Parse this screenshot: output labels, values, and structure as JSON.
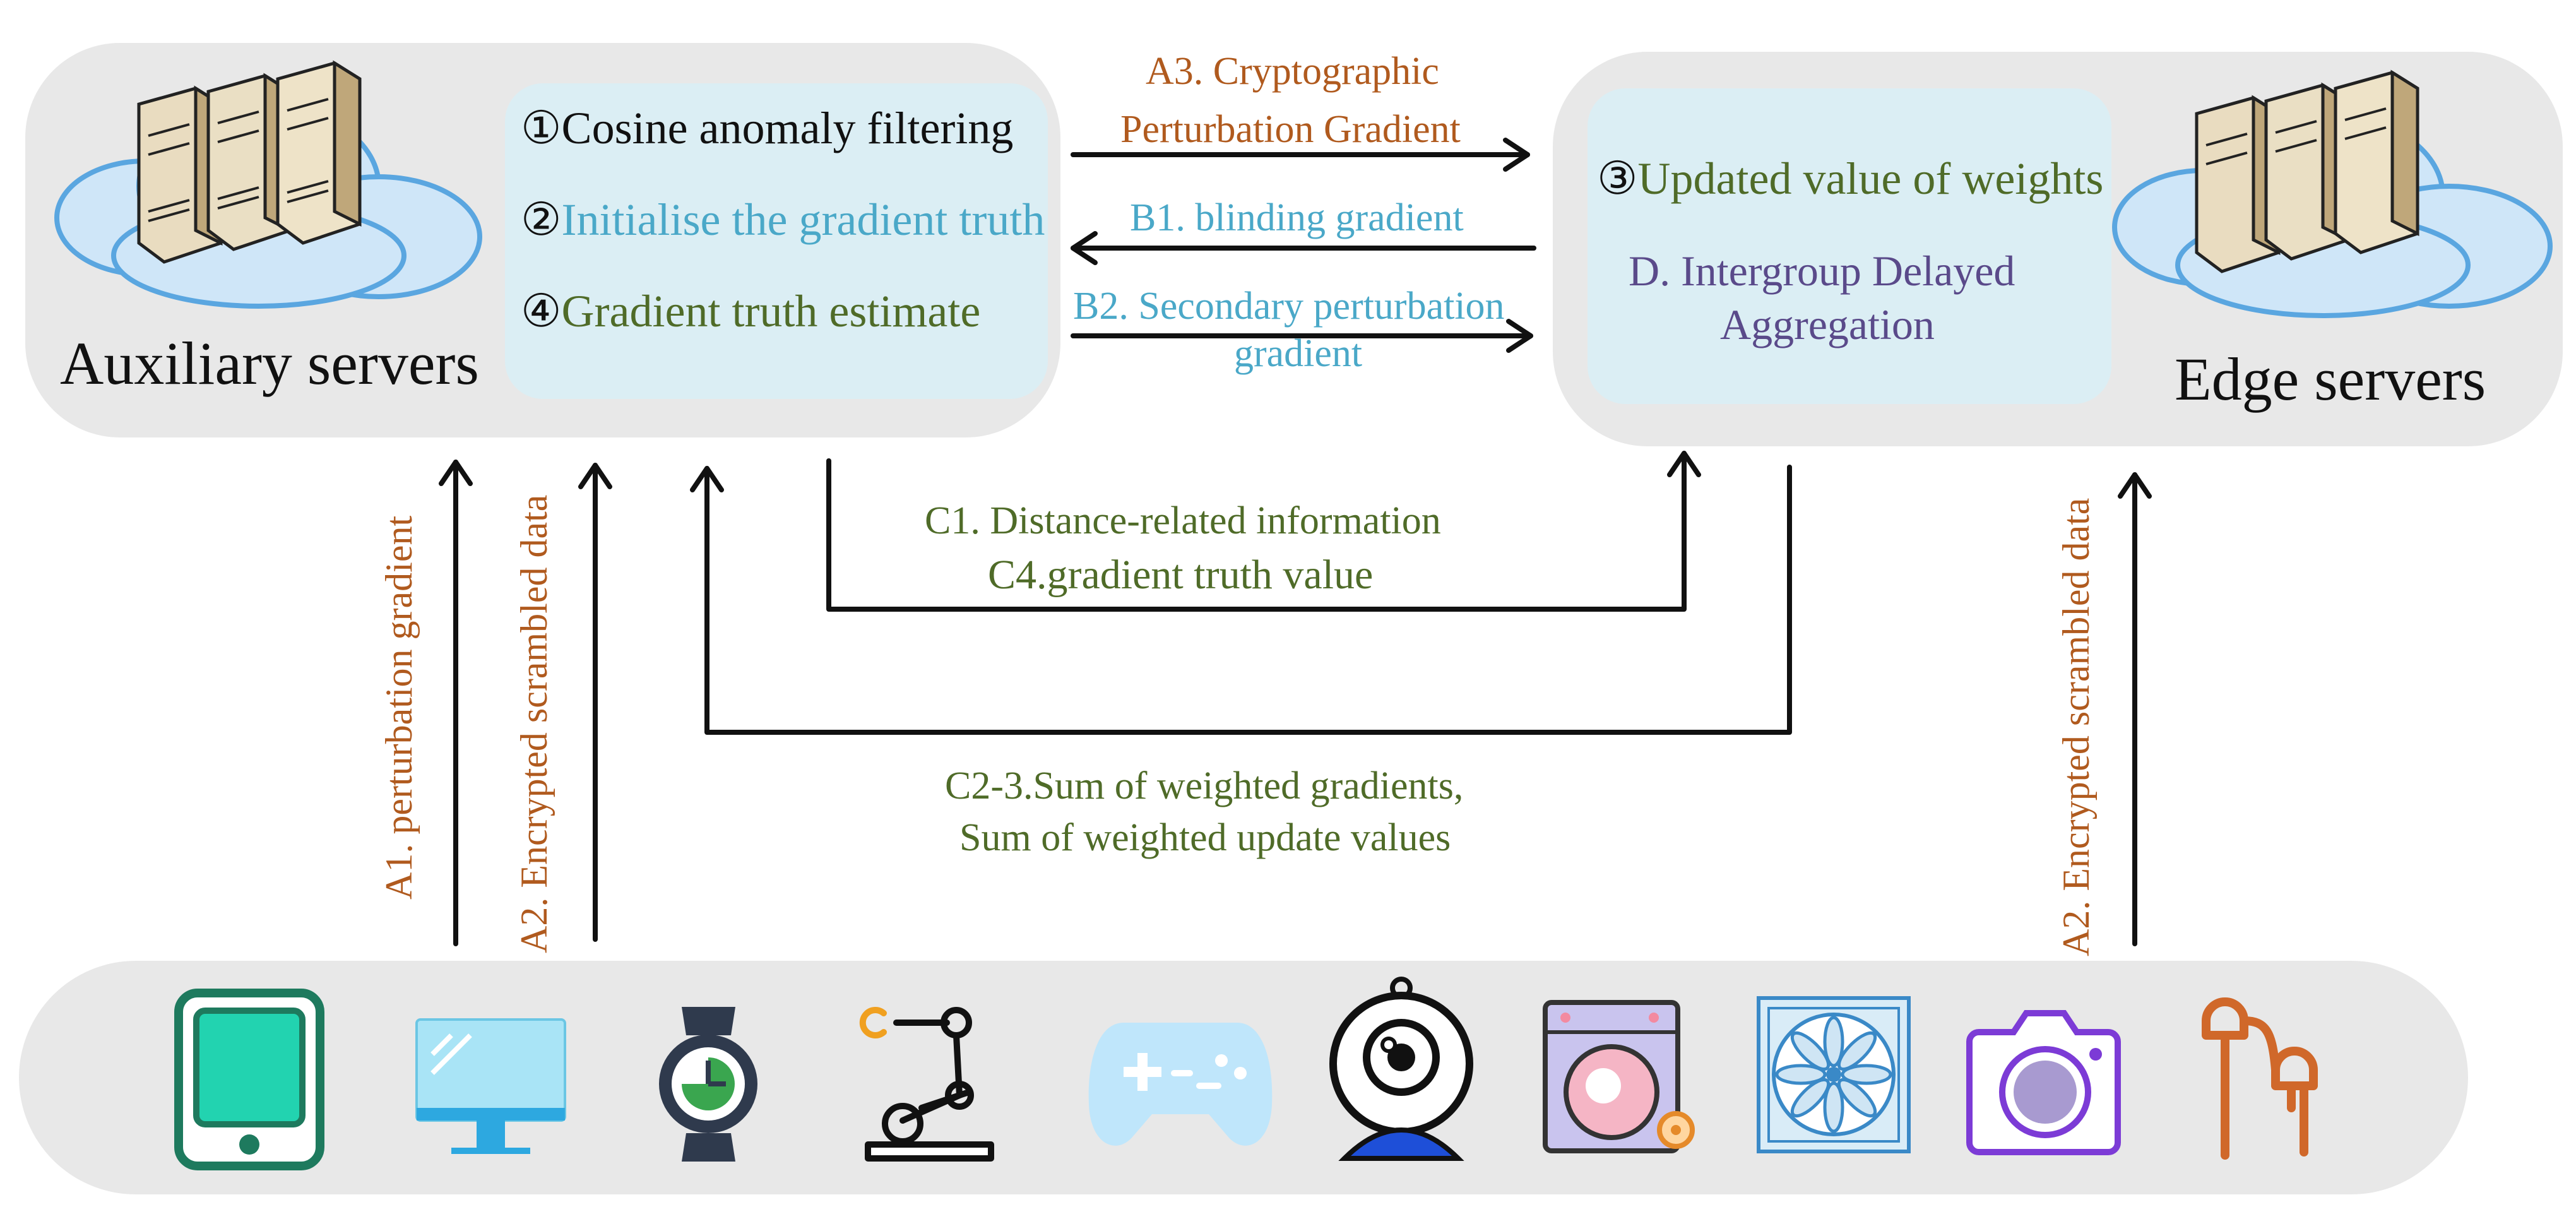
{
  "colors": {
    "brown": "#b05a1e",
    "blue": "#4aa8c8",
    "green": "#4f6b28",
    "purple": "#5a4a8a",
    "black": "#111111",
    "panel": "#e8e8e8",
    "inner": "#dbeef4"
  },
  "auxiliary": {
    "label": "Auxiliary servers",
    "icon": "server-cloud-icon",
    "steps": [
      {
        "marker": "①",
        "text": "Cosine anomaly filtering"
      },
      {
        "marker": "②",
        "text": "Initialise the gradient truth"
      },
      {
        "marker": "④",
        "text": "Gradient truth estimate"
      }
    ]
  },
  "edge": {
    "label": "Edge servers",
    "icon": "server-cloud-icon",
    "steps": [
      {
        "marker": "③",
        "text": "Updated value of weights"
      }
    ],
    "step_d": [
      "D. Intergroup Delayed",
      "Aggregation"
    ]
  },
  "arrows": {
    "a3": [
      "A3. Cryptographic",
      "Perturbation Gradient"
    ],
    "b1": "B1. blinding gradient",
    "b2": [
      "B2. Secondary perturbation",
      "gradient"
    ],
    "c1": "C1. Distance-related information",
    "c4": "C4.gradient truth value",
    "c23": [
      "C2-3.Sum of weighted gradients,",
      "Sum of weighted update values"
    ],
    "a1": "A1. perturbation gradient",
    "a2_left": "A2. Encrypted scrambled data",
    "a2_right": "A2. Encrypted scrambled data"
  },
  "devices": [
    {
      "icon": "tablet-icon"
    },
    {
      "icon": "monitor-icon"
    },
    {
      "icon": "smartwatch-icon"
    },
    {
      "icon": "robot-arm-icon"
    },
    {
      "icon": "gamepad-icon"
    },
    {
      "icon": "webcam-icon"
    },
    {
      "icon": "washing-machine-icon"
    },
    {
      "icon": "fan-icon"
    },
    {
      "icon": "camera-icon"
    },
    {
      "icon": "earphones-icon"
    }
  ]
}
